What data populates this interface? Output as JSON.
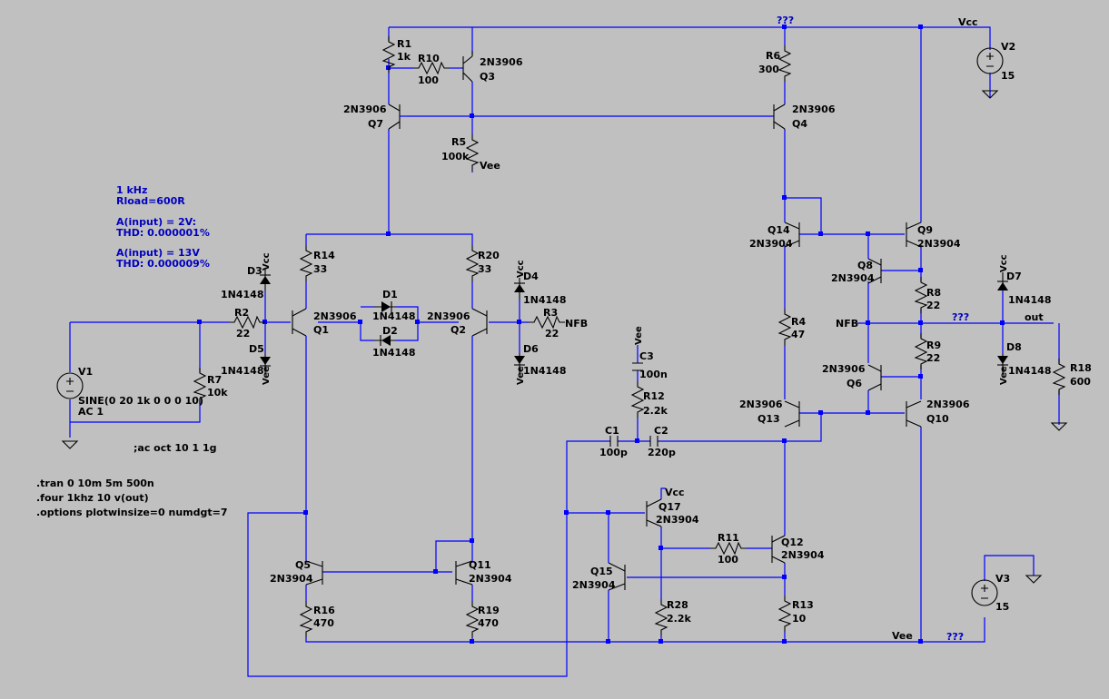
{
  "labels": {
    "vcc_top": "Vcc",
    "vee_bot": "Vee",
    "probe_top": "???",
    "probe_out": "???",
    "probe_bot": "???",
    "nfb_left": "NFB",
    "nfb_right": "NFB",
    "out": "out"
  },
  "notes": {
    "line1": "1 kHz",
    "line2": "Rload=600R",
    "line3": "A(input) = 2V:",
    "line4": "THD:  0.000001%",
    "line5": "A(input) = 13V",
    "line6": "THD: 0.000009%",
    "ac_cmd": ";ac oct 10 1 1g",
    "tran": ".tran 0 10m 5m 500n",
    "four": ".four 1khz 10 v(out)",
    "options": ".options plotwinsize=0 numdgt=7"
  },
  "components": {
    "R1": {
      "name": "R1",
      "value": "1k"
    },
    "R10": {
      "name": "R10",
      "value": "100"
    },
    "Q3": {
      "name": "Q3",
      "model": "2N3906"
    },
    "Q7": {
      "name": "Q7",
      "model": "2N3906"
    },
    "R5": {
      "name": "R5",
      "value": "100k",
      "supply": "Vee"
    },
    "R6": {
      "name": "R6",
      "value": "300"
    },
    "Q4": {
      "name": "Q4",
      "model": "2N3906"
    },
    "V2": {
      "name": "V2",
      "value": "15"
    },
    "R14": {
      "name": "R14",
      "value": "33"
    },
    "R20": {
      "name": "R20",
      "value": "33"
    },
    "Q1": {
      "name": "Q1",
      "model": "2N3906"
    },
    "Q2": {
      "name": "Q2",
      "model": "2N3906"
    },
    "D1": {
      "name": "D1",
      "model": "1N4148"
    },
    "D2": {
      "name": "D2",
      "model": "1N4148"
    },
    "D3": {
      "name": "D3",
      "model": "1N4148",
      "supply": "Vcc"
    },
    "D5": {
      "name": "D5",
      "model": "1N4148",
      "supply": "Vee"
    },
    "D4": {
      "name": "D4",
      "model": "1N4148",
      "supply": "Vcc"
    },
    "D6": {
      "name": "D6",
      "model": "1N4148",
      "supply": "Vee"
    },
    "R2": {
      "name": "R2",
      "value": "22"
    },
    "R3": {
      "name": "R3",
      "value": "22"
    },
    "R7": {
      "name": "R7",
      "value": "10k"
    },
    "V1": {
      "name": "V1",
      "value": "SINE(0 20 1k 0 0 0 10)",
      "ac": "AC 1"
    },
    "Q14": {
      "name": "Q14",
      "model": "2N3904"
    },
    "Q9": {
      "name": "Q9",
      "model": "2N3904"
    },
    "Q8": {
      "name": "Q8",
      "model": "2N3904"
    },
    "R8": {
      "name": "R8",
      "value": "22"
    },
    "R4": {
      "name": "R4",
      "value": "47"
    },
    "R9": {
      "name": "R9",
      "value": "22"
    },
    "Q6": {
      "name": "Q6",
      "model": "2N3906"
    },
    "Q13": {
      "name": "Q13",
      "model": "2N3906"
    },
    "Q10": {
      "name": "Q10",
      "model": "2N3906"
    },
    "D7": {
      "name": "D7",
      "model": "1N4148",
      "supply": "Vcc"
    },
    "D8": {
      "name": "D8",
      "model": "1N4148",
      "supply": "Vee"
    },
    "R18": {
      "name": "R18",
      "value": "600"
    },
    "C3": {
      "name": "C3",
      "value": "100n",
      "supply": "Vee"
    },
    "R12": {
      "name": "R12",
      "value": "2.2k"
    },
    "C1": {
      "name": "C1",
      "value": "100p"
    },
    "C2": {
      "name": "C2",
      "value": "220p"
    },
    "Q17": {
      "name": "Q17",
      "model": "2N3904",
      "supply": "Vcc"
    },
    "R11": {
      "name": "R11",
      "value": "100"
    },
    "Q12": {
      "name": "Q12",
      "model": "2N3904"
    },
    "Q15": {
      "name": "Q15",
      "model": "2N3904"
    },
    "R28": {
      "name": "R28",
      "value": "2.2k"
    },
    "R13": {
      "name": "R13",
      "value": "10"
    },
    "V3": {
      "name": "V3",
      "value": "15"
    },
    "Q5": {
      "name": "Q5",
      "model": "2N3904"
    },
    "Q11": {
      "name": "Q11",
      "model": "2N3904"
    },
    "R16": {
      "name": "R16",
      "value": "470"
    },
    "R19": {
      "name": "R19",
      "value": "470"
    }
  }
}
